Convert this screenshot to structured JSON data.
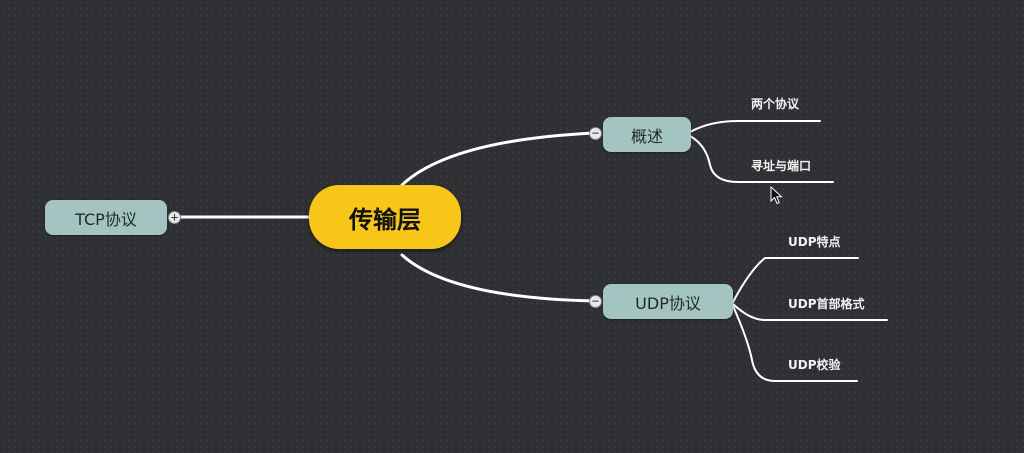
{
  "central": {
    "label": "传输层"
  },
  "left_topic": {
    "label": "TCP协议",
    "toggle": "+"
  },
  "topics": [
    {
      "label": "概述",
      "toggle": "−",
      "leaves": [
        "两个协议",
        "寻址与端口"
      ]
    },
    {
      "label": "UDP协议",
      "toggle": "−",
      "leaves": [
        "UDP特点",
        "UDP首部格式",
        "UDP校验"
      ]
    }
  ],
  "colors": {
    "background": "#2e3033",
    "central": "#f7c619",
    "topic": "#a3c4c0",
    "line": "#ffffff"
  },
  "icons": {
    "collapse": "minus-circle-icon",
    "expand": "plus-circle-icon",
    "cursor": "mouse-pointer-icon"
  }
}
